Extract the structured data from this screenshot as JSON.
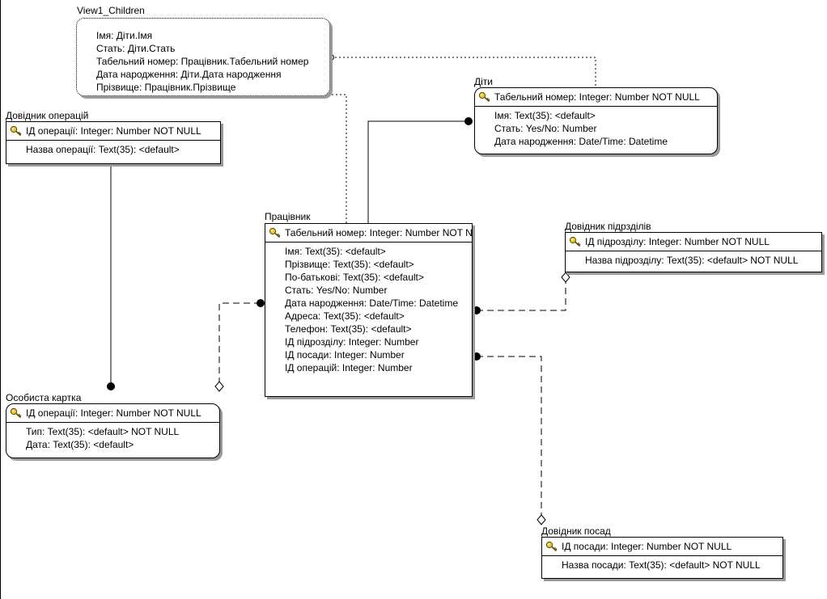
{
  "diagram": {
    "view": {
      "title": "View1_Children",
      "rows": [
        "Імя: Діти.Імя",
        "Стать: Діти.Стать",
        "Табельний номер: Працівник.Табельний номер",
        "Дата народження: Діти.Дата народження",
        "Прізвище: Працівник.Прізвище"
      ]
    },
    "entities": {
      "dovidnyk_operatsii": {
        "title": "Довідник операцій",
        "key": "ІД операції: Integer: Number NOT NULL",
        "attrs": [
          "Назва операції: Text(35): <default>"
        ]
      },
      "dity": {
        "title": "Діти",
        "key": "Табельний номер: Integer: Number NOT NULL",
        "attrs": [
          "Імя: Text(35): <default>",
          "Стать: Yes/No: Number",
          "Дата народження: Date/Time: Datetime"
        ]
      },
      "pratsivnyk": {
        "title": "Працівник",
        "key": "Табельний номер: Integer: Number NOT NULL",
        "attrs": [
          "Імя: Text(35): <default>",
          "Прізвище: Text(35): <default>",
          "По-батькові: Text(35): <default>",
          "Стать: Yes/No: Number",
          "Дата народження: Date/Time: Datetime",
          "Адреса: Text(35): <default>",
          "Телефон: Text(35): <default>",
          "ІД підрозділу: Integer: Number",
          "ІД посади: Integer: Number",
          "ІД операцій: Integer: Number"
        ]
      },
      "dovidnyk_pidrozdiliv": {
        "title": "Довідник підрзділів",
        "key": "ІД підрозділу: Integer: Number NOT NULL",
        "attrs": [
          "Назва підрозділу: Text(35): <default> NOT NULL"
        ]
      },
      "osobysta_kartka": {
        "title": "Особиста картка",
        "key": "ІД операції: Integer: Number NOT NULL",
        "attrs": [
          "Тип: Text(35): <default> NOT NULL",
          "Дата: Text(35): <default>"
        ]
      },
      "dovidnyk_posad": {
        "title": "Довідник посад",
        "key": "ІД посади: Integer: Number NOT NULL",
        "attrs": [
          "Назва посади: Text(35): <default> NOT NULL"
        ]
      }
    },
    "icons": {
      "primary_key": "key-icon"
    },
    "colors": {
      "key_icon": "#e8c830",
      "shadow": "#9a9a9a",
      "line": "#000000"
    }
  }
}
